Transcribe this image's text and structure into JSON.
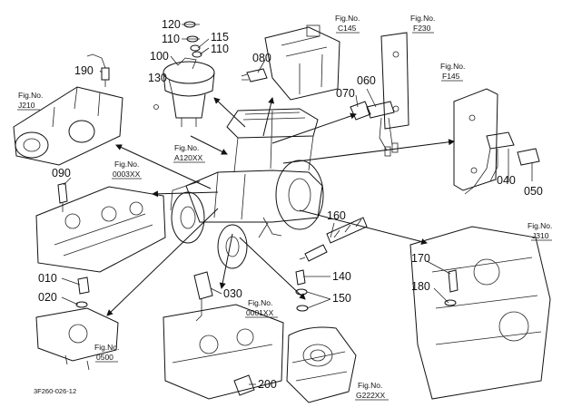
{
  "fig_refs": [
    {
      "id": "c145",
      "no_label": "Fig.No.",
      "code": "C145"
    },
    {
      "id": "f230",
      "no_label": "Fig.No.",
      "code": "F230"
    },
    {
      "id": "f145",
      "no_label": "Fig.No.",
      "code": "F145"
    },
    {
      "id": "j210",
      "no_label": "Fig.No.",
      "code": "J210"
    },
    {
      "id": "0003xx",
      "no_label": "Fig.No.",
      "code": "0003XX"
    },
    {
      "id": "a120xx",
      "no_label": "Fig.No.",
      "code": "A120XX"
    },
    {
      "id": "j310",
      "no_label": "Fig.No.",
      "code": "J310"
    },
    {
      "id": "0001xx",
      "no_label": "Fig.No.",
      "code": "0001XX"
    },
    {
      "id": "0500",
      "no_label": "Fig.No.",
      "code": "0500"
    },
    {
      "id": "g222xx",
      "no_label": "Fig.No.",
      "code": "G222XX"
    }
  ],
  "parts": {
    "p120": "120",
    "p110a": "110",
    "p115": "115",
    "p110b": "110",
    "p100": "100",
    "p130": "130",
    "p190": "190",
    "p080": "080",
    "p070": "070",
    "p060": "060",
    "p090": "090",
    "p040": "040",
    "p050": "050",
    "p160": "160",
    "p170": "170",
    "p180": "180",
    "p140": "140",
    "p150": "150",
    "p010": "010",
    "p020": "020",
    "p030": "030",
    "p200": "200"
  },
  "drawing_code": "3F260-026-12"
}
